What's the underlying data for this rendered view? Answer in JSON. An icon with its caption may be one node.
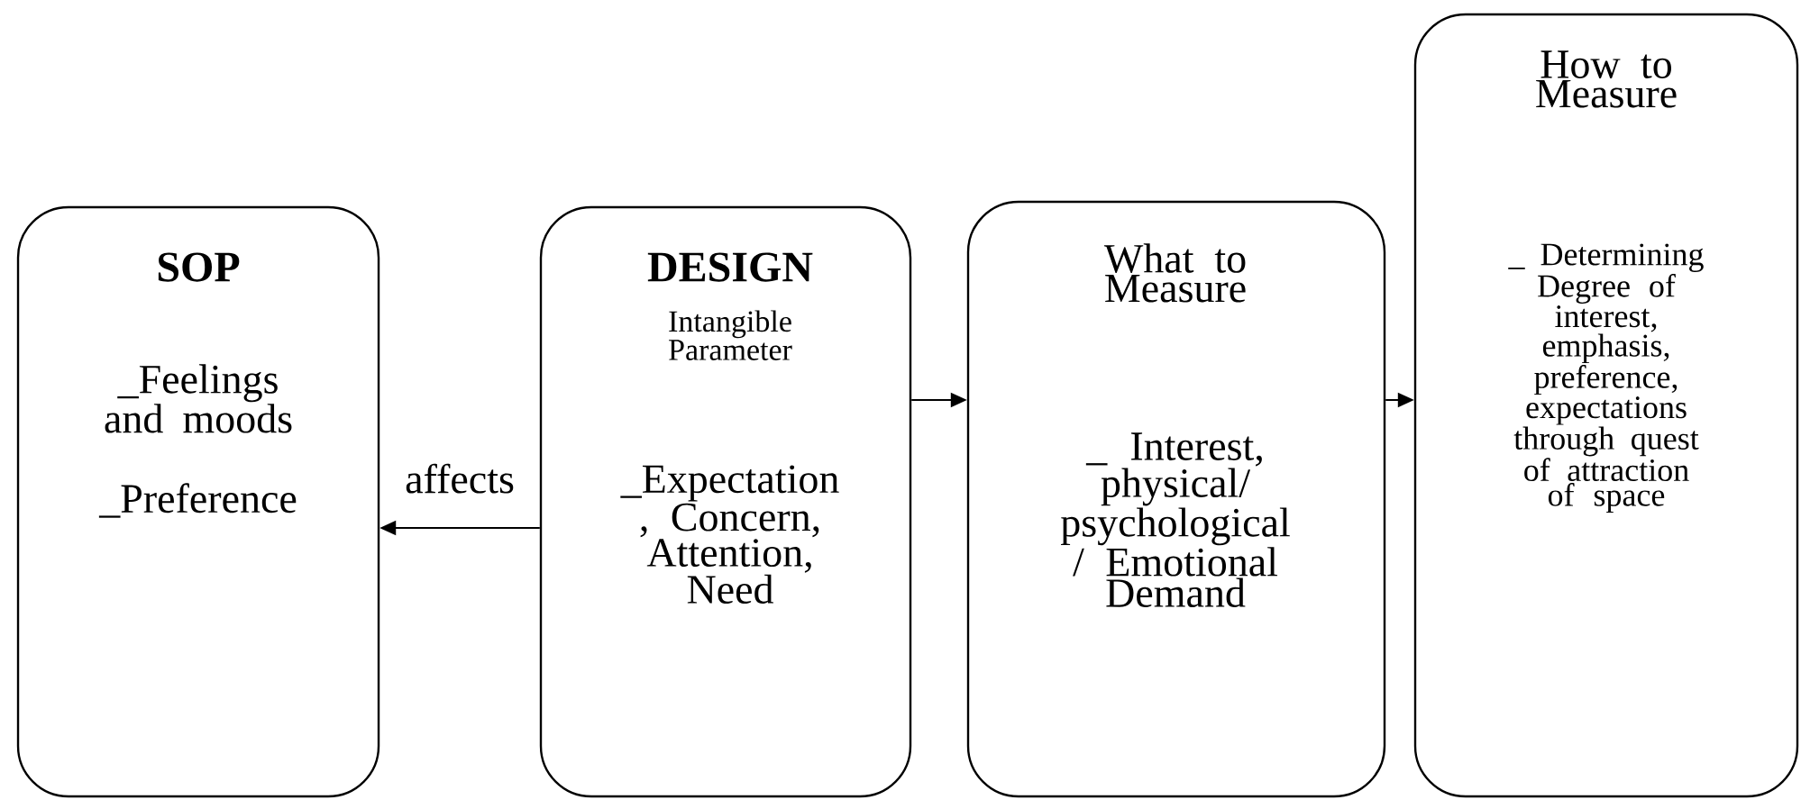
{
  "diagram": {
    "nodes": [
      {
        "text": [
          "SOP",
          "_Feelings and moods",
          "_Preference"
        ]
      },
      {
        "text": [
          "DESIGN",
          "Intangible Parameter",
          "_Expectation , Concern, Attention, Need"
        ]
      },
      {
        "text": [
          "What to Measure",
          "_ Interest, physical/ psychological / Emotional Demand"
        ]
      },
      {
        "text": [
          "How to Measure",
          "_ Determining Degree of interest, emphasis, preference, expectations through quest of attraction of space"
        ]
      }
    ],
    "edges": [
      {
        "from": 1,
        "to": 2,
        "arrow": "to"
      },
      {
        "from": 1,
        "to": 0,
        "arrow": "to",
        "label": "affects"
      },
      {
        "from": 2,
        "to": 3,
        "arrow": "to"
      }
    ]
  }
}
